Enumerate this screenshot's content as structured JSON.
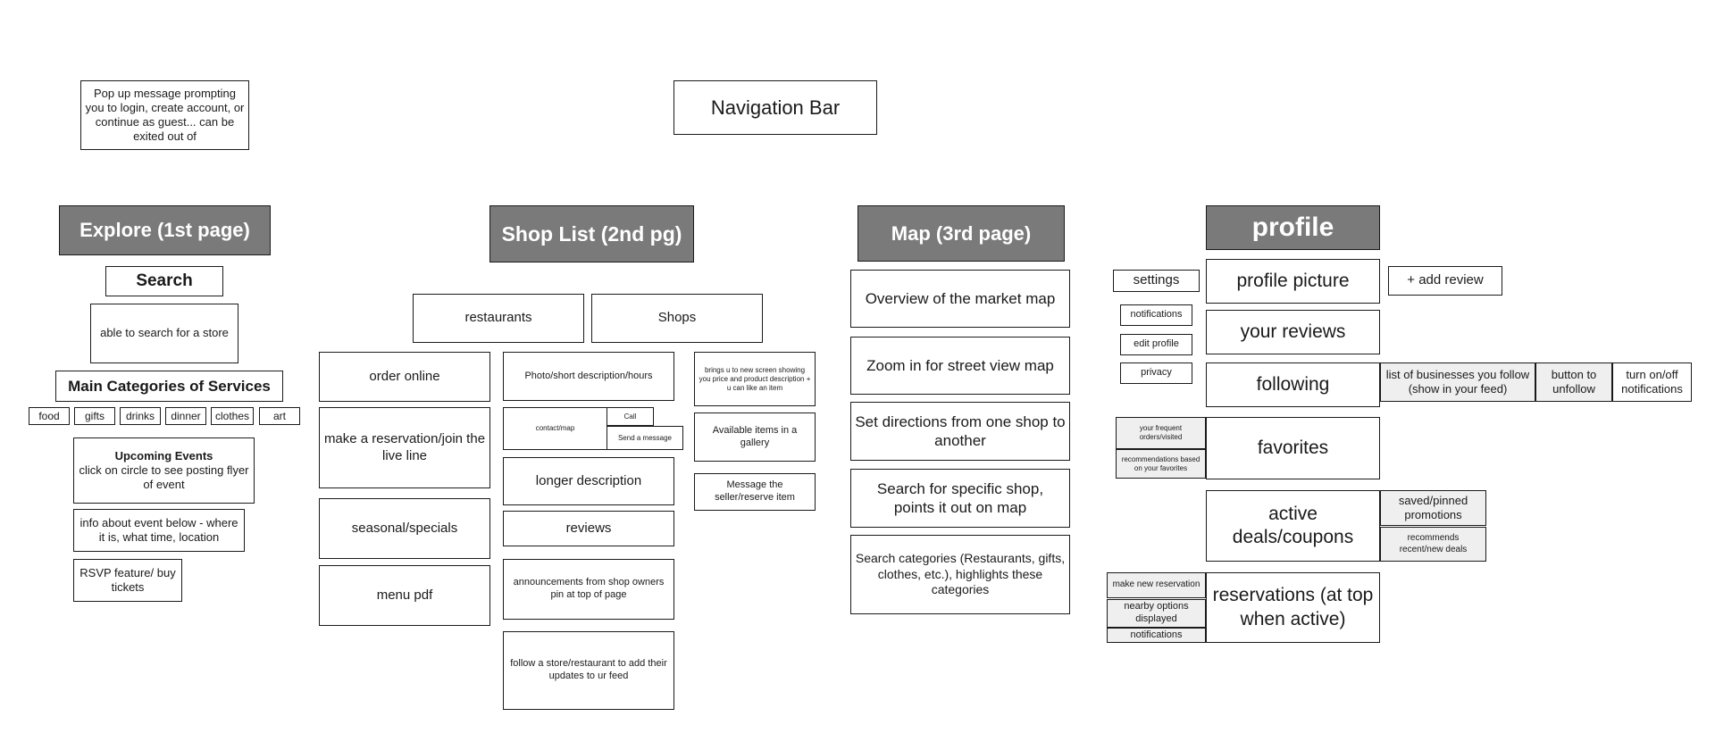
{
  "popup": {
    "text": "Pop up message prompting you to login, create account, or continue as guest... can be exited out of"
  },
  "navbar": {
    "label": "Navigation Bar"
  },
  "explore": {
    "header": "Explore (1st page)",
    "search": "Search",
    "search_desc": "able to search for a store",
    "categories_title": "Main Categories of Services",
    "categories": [
      "food",
      "gifts",
      "drinks",
      "dinner",
      "clothes",
      "art"
    ],
    "events_title": "Upcoming Events",
    "events_desc": "click on circle to see posting flyer of event",
    "event_info": "info about event below - where it is, what time, location",
    "rsvp": "RSVP feature/ buy tickets"
  },
  "shoplist": {
    "header": "Shop List (2nd pg)",
    "restaurants": "restaurants",
    "shops": "Shops",
    "order_online": "order online",
    "reservation": "make a reservation/join the live line",
    "seasonal": "seasonal/specials",
    "menu": "menu pdf",
    "photo_desc": "Photo/short description/hours",
    "contact_map": "contact/map",
    "call": "Call",
    "send_message": "Send a message",
    "longer_desc": "longer description",
    "reviews": "reviews",
    "announcements": "announcements from shop owners pin at top of page",
    "follow": "follow a store/restaurant to add their updates to ur feed",
    "new_screen": "brings u to new screen showing you price and product description + u can like an item",
    "gallery": "Available items in a gallery",
    "message_seller": "Message the seller/reserve item"
  },
  "map": {
    "header": "Map (3rd page)",
    "overview": "Overview of the market map",
    "zoom": "Zoom in for street view map",
    "directions": "Set directions from one shop to another",
    "search_shop": "Search for specific shop, points it out on map",
    "search_categories": "Search categories (Restaurants, gifts, clothes, etc.), highlights these categories"
  },
  "profile": {
    "header": "profile",
    "settings": "settings",
    "notifications": "notifications",
    "edit_profile": "edit profile",
    "privacy": "privacy",
    "picture": "profile picture",
    "add_review": "+ add review",
    "your_reviews": "your reviews",
    "following": "following",
    "follow_list": "list of businesses you follow (show in your feed)",
    "unfollow": "button to unfollow",
    "notif_toggle": "turn on/off notifications",
    "favorites": "favorites",
    "frequent": "your frequent orders/visited",
    "recommendations": "recommendations based on your favorites",
    "deals": "active deals/coupons",
    "saved_promos": "saved/pinned promotions",
    "recommends_deals": "recommends recent/new deals",
    "reservations": "reservations (at top when active)",
    "new_reservation": "make new reservation",
    "nearby": "nearby options displayed",
    "res_notifications": "notifications"
  }
}
